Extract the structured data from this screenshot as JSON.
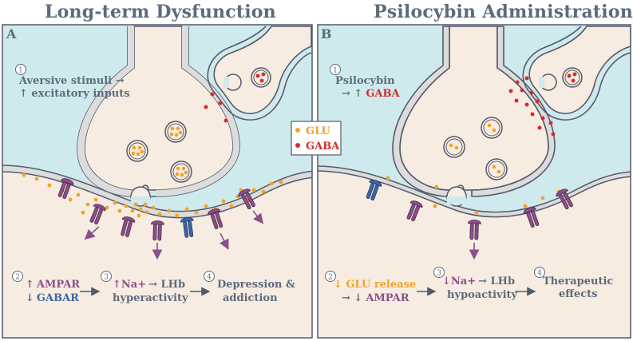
{
  "panels": {
    "left": {
      "title": "Long-term Dysfunction",
      "letter": "A",
      "step1": {
        "num": "1",
        "line1": "Aversive stimuli →",
        "line2": "↑ excitatory inputs"
      },
      "step2": {
        "num": "2",
        "line1_arrow": "↑",
        "line1_text": "AMPAR",
        "line2_arrow": "↓",
        "line2_text": "GABAR"
      },
      "step3": {
        "num": "3",
        "line1_arrow": "↑",
        "line1_na": "Na+",
        "line1_rest": "→ LHb",
        "line2": "hyperactivity"
      },
      "step4": {
        "num": "4",
        "line1": "Depression &",
        "line2": "addiction"
      }
    },
    "right": {
      "title": "Psilocybin Administration",
      "letter": "B",
      "step1": {
        "num": "1",
        "line1": "Psilocybin",
        "line2_arrow": "→ ↑",
        "line2_text": "GABA"
      },
      "step2": {
        "num": "2",
        "line1": "↓ GLU release",
        "line2_arrow": "→ ↓",
        "line2_text": "AMPAR"
      },
      "step3": {
        "num": "3",
        "line1_arrow": "↓",
        "line1_na": "Na+",
        "line1_rest": "→ LHb",
        "line2": "hypoactivity"
      },
      "step4": {
        "num": "4",
        "line1": "Therapeutic",
        "line2": "effects"
      }
    }
  },
  "legend": {
    "glu": "GLU",
    "gaba": "GABA"
  },
  "colors": {
    "background": "#cfeaec",
    "cell": "#f7ece1",
    "membrane": "#dcdcdc",
    "outline": "#555a6b",
    "glu": "#f0a326",
    "gaba": "#d62b2b",
    "ampar": "#8b4f8a",
    "gabar": "#3d66a8",
    "text": "#5d6b7d"
  }
}
